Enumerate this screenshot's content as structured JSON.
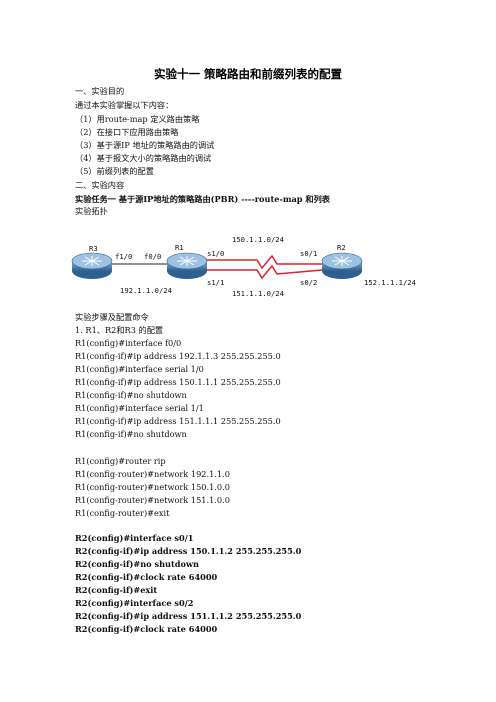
{
  "title": "实验十一  策略路由和前缀列表的配置",
  "purpose_heading": "一、实验目的",
  "purpose_intro": "通过本实验掌握以下内容：",
  "purpose_items": [
    "（1）用route-map  定义路由策略",
    "（2）在接口下应用路由策略",
    "（3）基于源IP  地址的策略路由的调试",
    "（4）基于报文大小的策略路由的调试",
    "（5）前缀列表的配置"
  ],
  "content_heading": "二、实验内容",
  "task_title": "实验任务一   基于源IP地址的策略路由(PBR)    ----route-map      和列表",
  "topology_label": "实验拓扑",
  "diagram": {
    "r3": "R3",
    "r1": "R1",
    "r2": "R2",
    "f10": "f1/0",
    "f00": "f0/0",
    "s10": "s1/0",
    "s11": "s1/1",
    "s01": "s0/1",
    "s02": "s0/2",
    "net_top": "150.1.1.0/24",
    "net_bottom": "151.1.1.0/24",
    "net_left": "192.1.1.0/24",
    "net_right": "152.1.1.1/24"
  },
  "steps_heading": "实验步骤及配置命令",
  "step1": "1.    R1、R2和R3 的配置",
  "r1_config_a": [
    "R1(config)#interface f0/0",
    "R1(config-if)#ip address 192.1.1.3 255.255.255.0",
    "R1(config)#interface serial 1/0",
    "R1(config-if)#ip address 150.1.1.1 255.255.255.0",
    "R1(config-if)#no shutdown",
    "R1(config)#interface serial 1/1",
    "R1(config-if)#ip address 151.1.1.1 255.255.255.0",
    "R1(config-if)#no shutdown"
  ],
  "r1_config_b": [
    "R1(config)#router rip",
    "R1(config-router)#network 192.1.1.0",
    "R1(config-router)#network 150.1.0.0",
    "R1(config-router)#network 151.1.0.0",
    "R1(config-router)#exit"
  ],
  "r2_config": [
    "R2(config)#interface s0/1",
    "R2(config-if)#ip address 150.1.1.2 255.255.255.0",
    "R2(config-if)#no shutdown",
    "R2(config-if)#clock rate 64000",
    "R2(config-if)#exit",
    "R2(config)#interface s0/2",
    "R2(config-if)#ip address 151.1.1.2 255.255.255.0",
    "R2(config-if)#clock rate 64000"
  ]
}
